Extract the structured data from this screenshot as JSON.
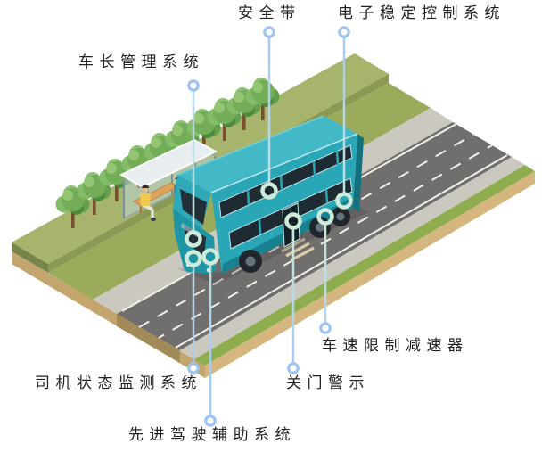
{
  "callouts": [
    {
      "id": "seat-belt",
      "label": "安全带"
    },
    {
      "id": "electronic-stability-control",
      "label": "电子稳定控制系统"
    },
    {
      "id": "captain-management-system",
      "label": "车长管理系统"
    },
    {
      "id": "driver-status-monitoring",
      "label": "司机状态监测系统"
    },
    {
      "id": "advanced-driver-assistance",
      "label": "先进驾驶辅助系统"
    },
    {
      "id": "door-close-warning",
      "label": "关门警示"
    },
    {
      "id": "speed-limit-retarder",
      "label": "车速限制减速器"
    }
  ],
  "scene_icons": [
    "double-decker-bus-icon",
    "bus-stop-shelter-icon",
    "tree-row-icon",
    "road-icon",
    "waiting-passenger-icons",
    "callout-ring-icons",
    "callout-dot-icons"
  ],
  "colors": {
    "callout_line_blue": "#A5C8F3",
    "callout_line_mint": "#CBEBDA",
    "bus_teal": "#2BA7B6",
    "bus_roof_teal": "#43B9C8",
    "window_dark": "#1F2B33",
    "grass": "#9AAC5C",
    "bank_grass": "#A6B56B",
    "road_gray": "#716E6E",
    "sidewalk_gray": "#CBC8BF",
    "green_strip": "#8EAD4F",
    "base_tan": "#C4A56E",
    "label_text": "#222222"
  }
}
